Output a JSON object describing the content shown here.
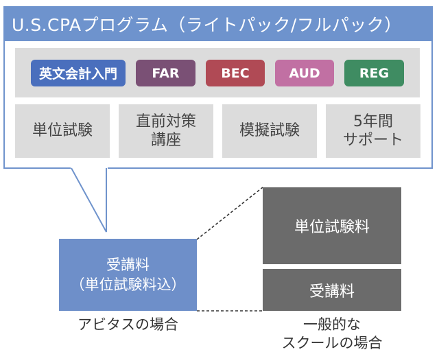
{
  "program": {
    "title": "U.S.CPAプログラム（ライトパック/フルパック）",
    "subjects": [
      {
        "label": "英文会計入門",
        "color": "#4a6fbd"
      },
      {
        "label": "FAR",
        "color": "#7a5075"
      },
      {
        "label": "BEC",
        "color": "#b04a55"
      },
      {
        "label": "AUD",
        "color": "#c170a3"
      },
      {
        "label": "REG",
        "color": "#3f8c62"
      }
    ],
    "features": [
      {
        "label": "単位試験"
      },
      {
        "label": "直前対策\n講座"
      },
      {
        "label": "模擬試験"
      },
      {
        "label": "5年間\nサポート"
      }
    ]
  },
  "comparison": {
    "abitus": {
      "box_label": "受講料\n（単位試験料込）",
      "caption": "アビタスの場合",
      "color": "#6e8fc9"
    },
    "general": {
      "exam_fee_label": "単位試験料",
      "tuition_label": "受講料",
      "caption": "一般的な\nスクールの場合",
      "color": "#6b6b6b"
    }
  },
  "colors": {
    "frame": "#6f93cc",
    "feature_bg": "#dcdcdc"
  }
}
